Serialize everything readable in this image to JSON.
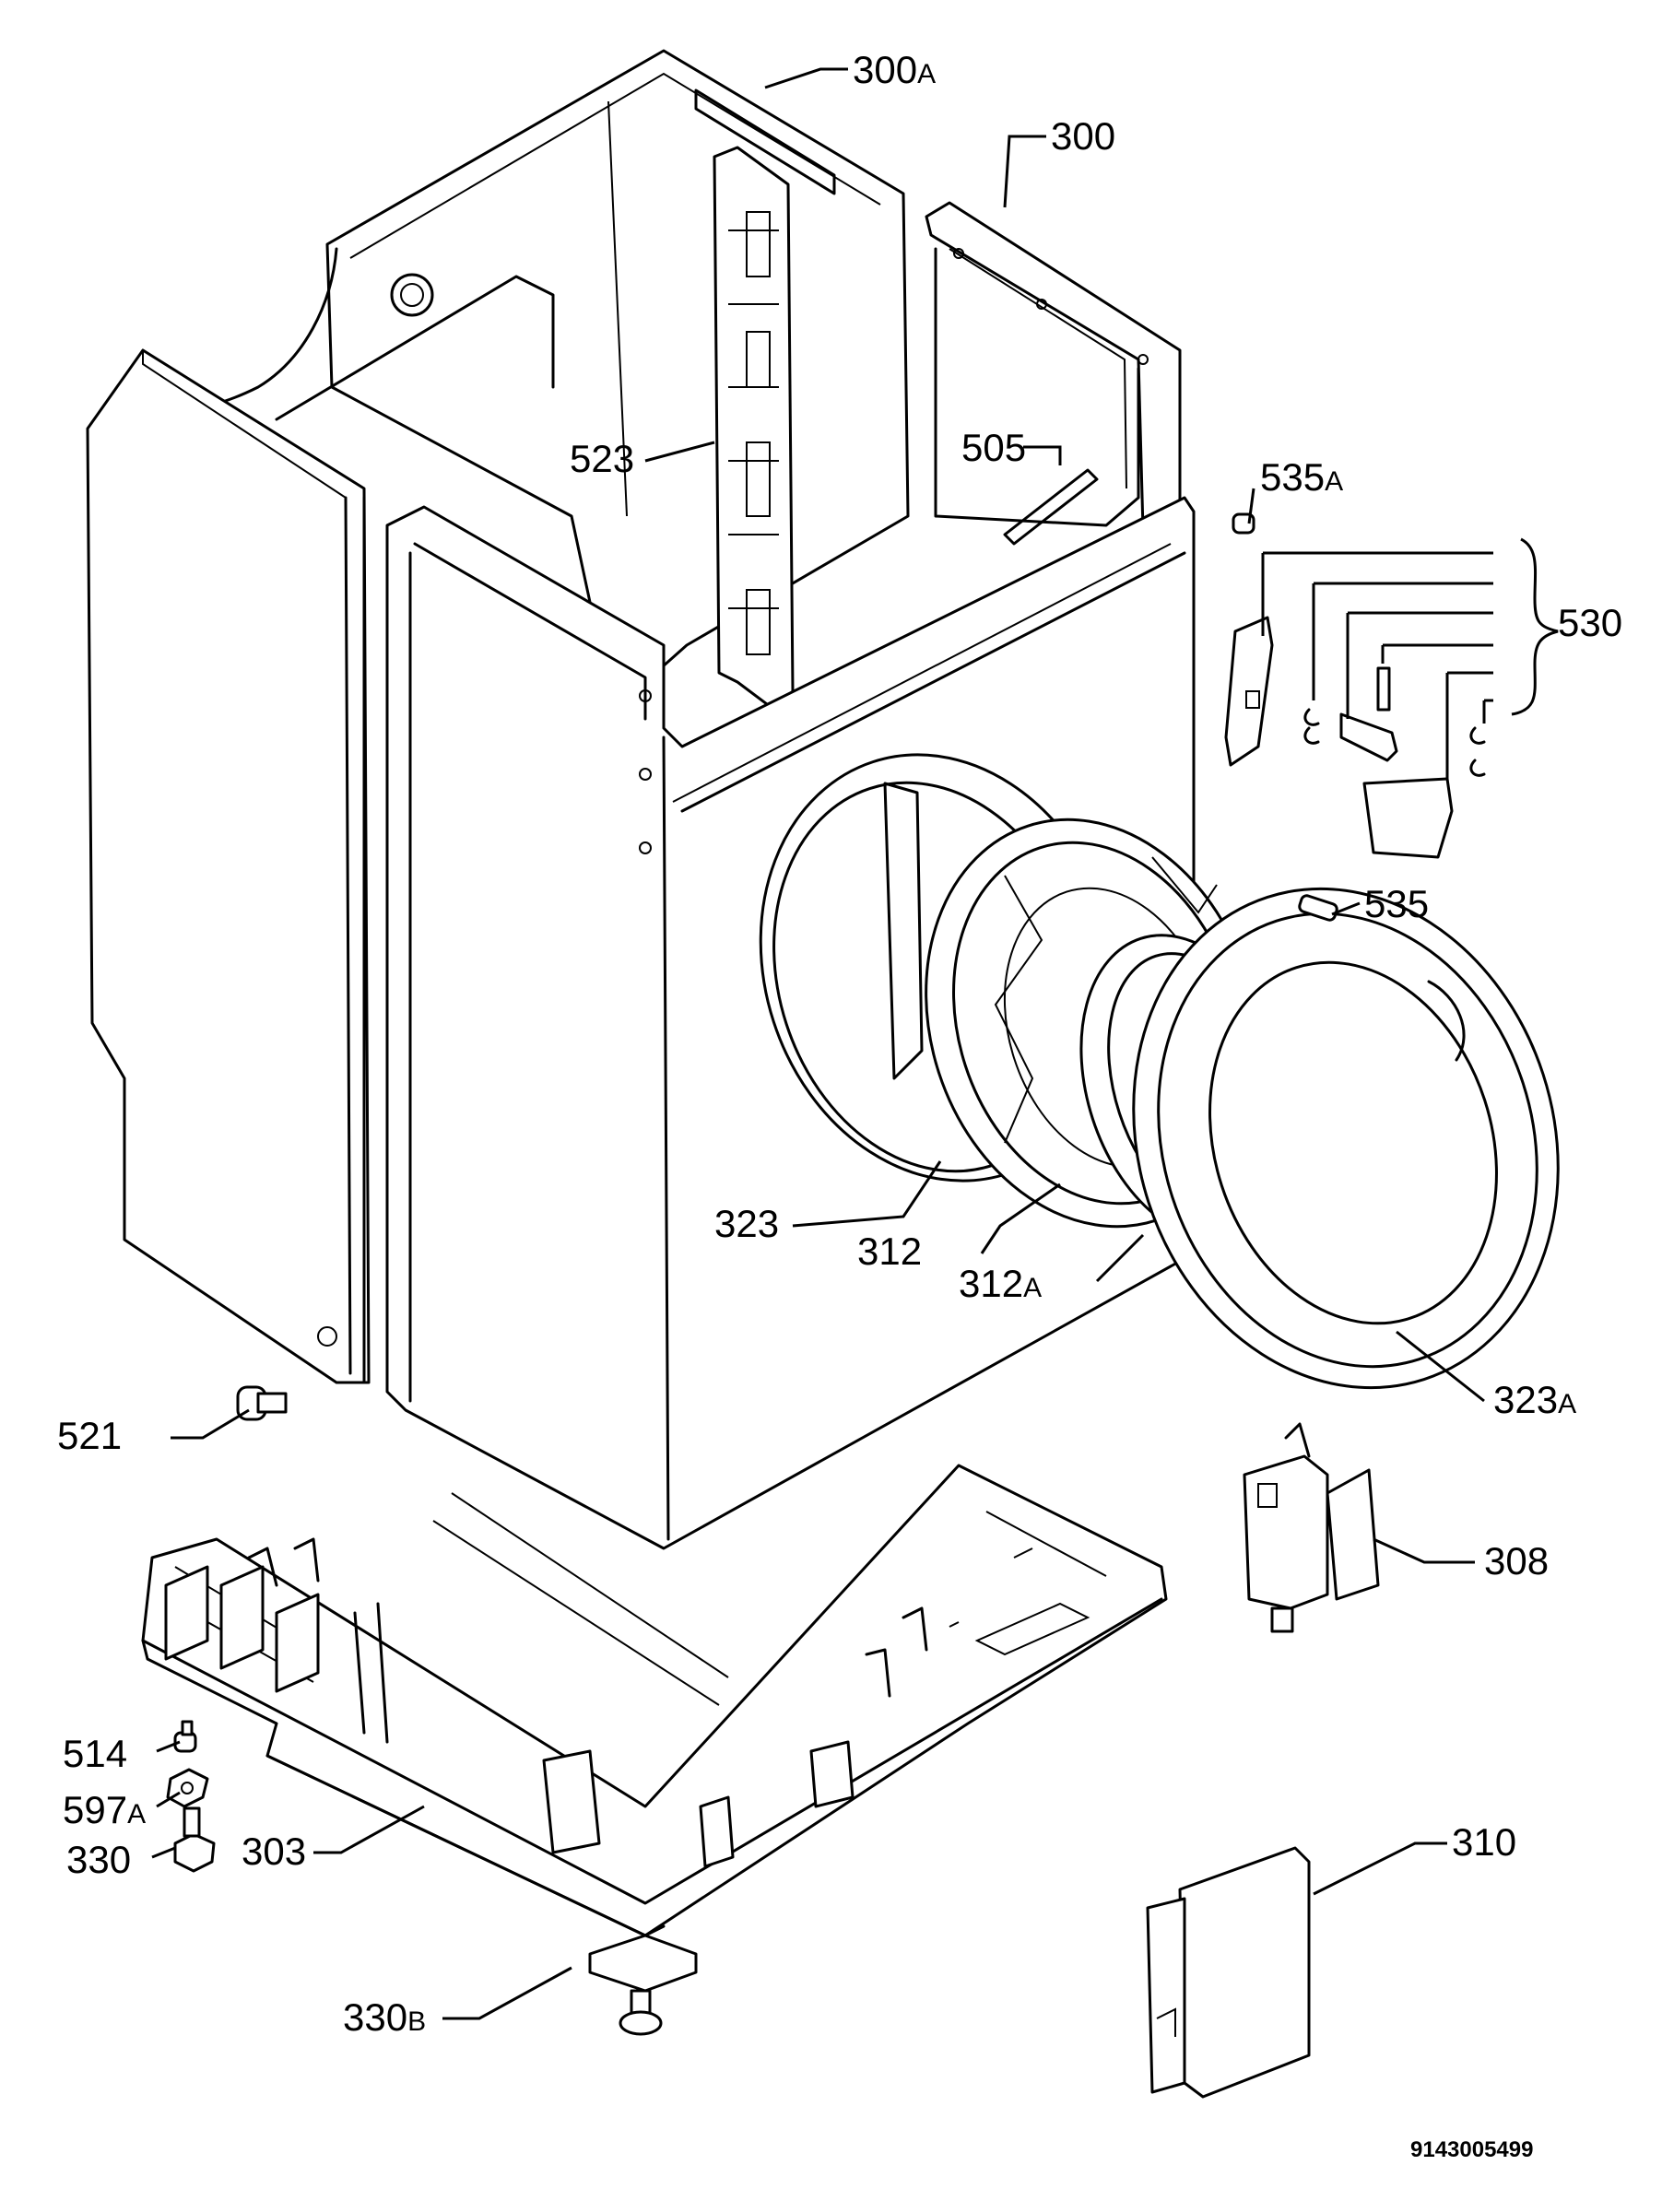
{
  "document_number": "9143005499",
  "callouts": [
    {
      "id": "300A",
      "number": "300",
      "suffix": "A"
    },
    {
      "id": "300",
      "number": "300",
      "suffix": ""
    },
    {
      "id": "523",
      "number": "523",
      "suffix": ""
    },
    {
      "id": "505",
      "number": "505",
      "suffix": ""
    },
    {
      "id": "535A",
      "number": "535",
      "suffix": "A"
    },
    {
      "id": "530",
      "number": "530",
      "suffix": ""
    },
    {
      "id": "535",
      "number": "535",
      "suffix": ""
    },
    {
      "id": "323",
      "number": "323",
      "suffix": ""
    },
    {
      "id": "312",
      "number": "312",
      "suffix": ""
    },
    {
      "id": "312A",
      "number": "312",
      "suffix": "A"
    },
    {
      "id": "323A",
      "number": "323",
      "suffix": "A"
    },
    {
      "id": "521",
      "number": "521",
      "suffix": ""
    },
    {
      "id": "308",
      "number": "308",
      "suffix": ""
    },
    {
      "id": "514",
      "number": "514",
      "suffix": ""
    },
    {
      "id": "597A",
      "number": "597",
      "suffix": "A"
    },
    {
      "id": "330",
      "number": "330",
      "suffix": ""
    },
    {
      "id": "303",
      "number": "303",
      "suffix": ""
    },
    {
      "id": "310",
      "number": "310",
      "suffix": ""
    },
    {
      "id": "330B",
      "number": "330",
      "suffix": "B"
    }
  ]
}
